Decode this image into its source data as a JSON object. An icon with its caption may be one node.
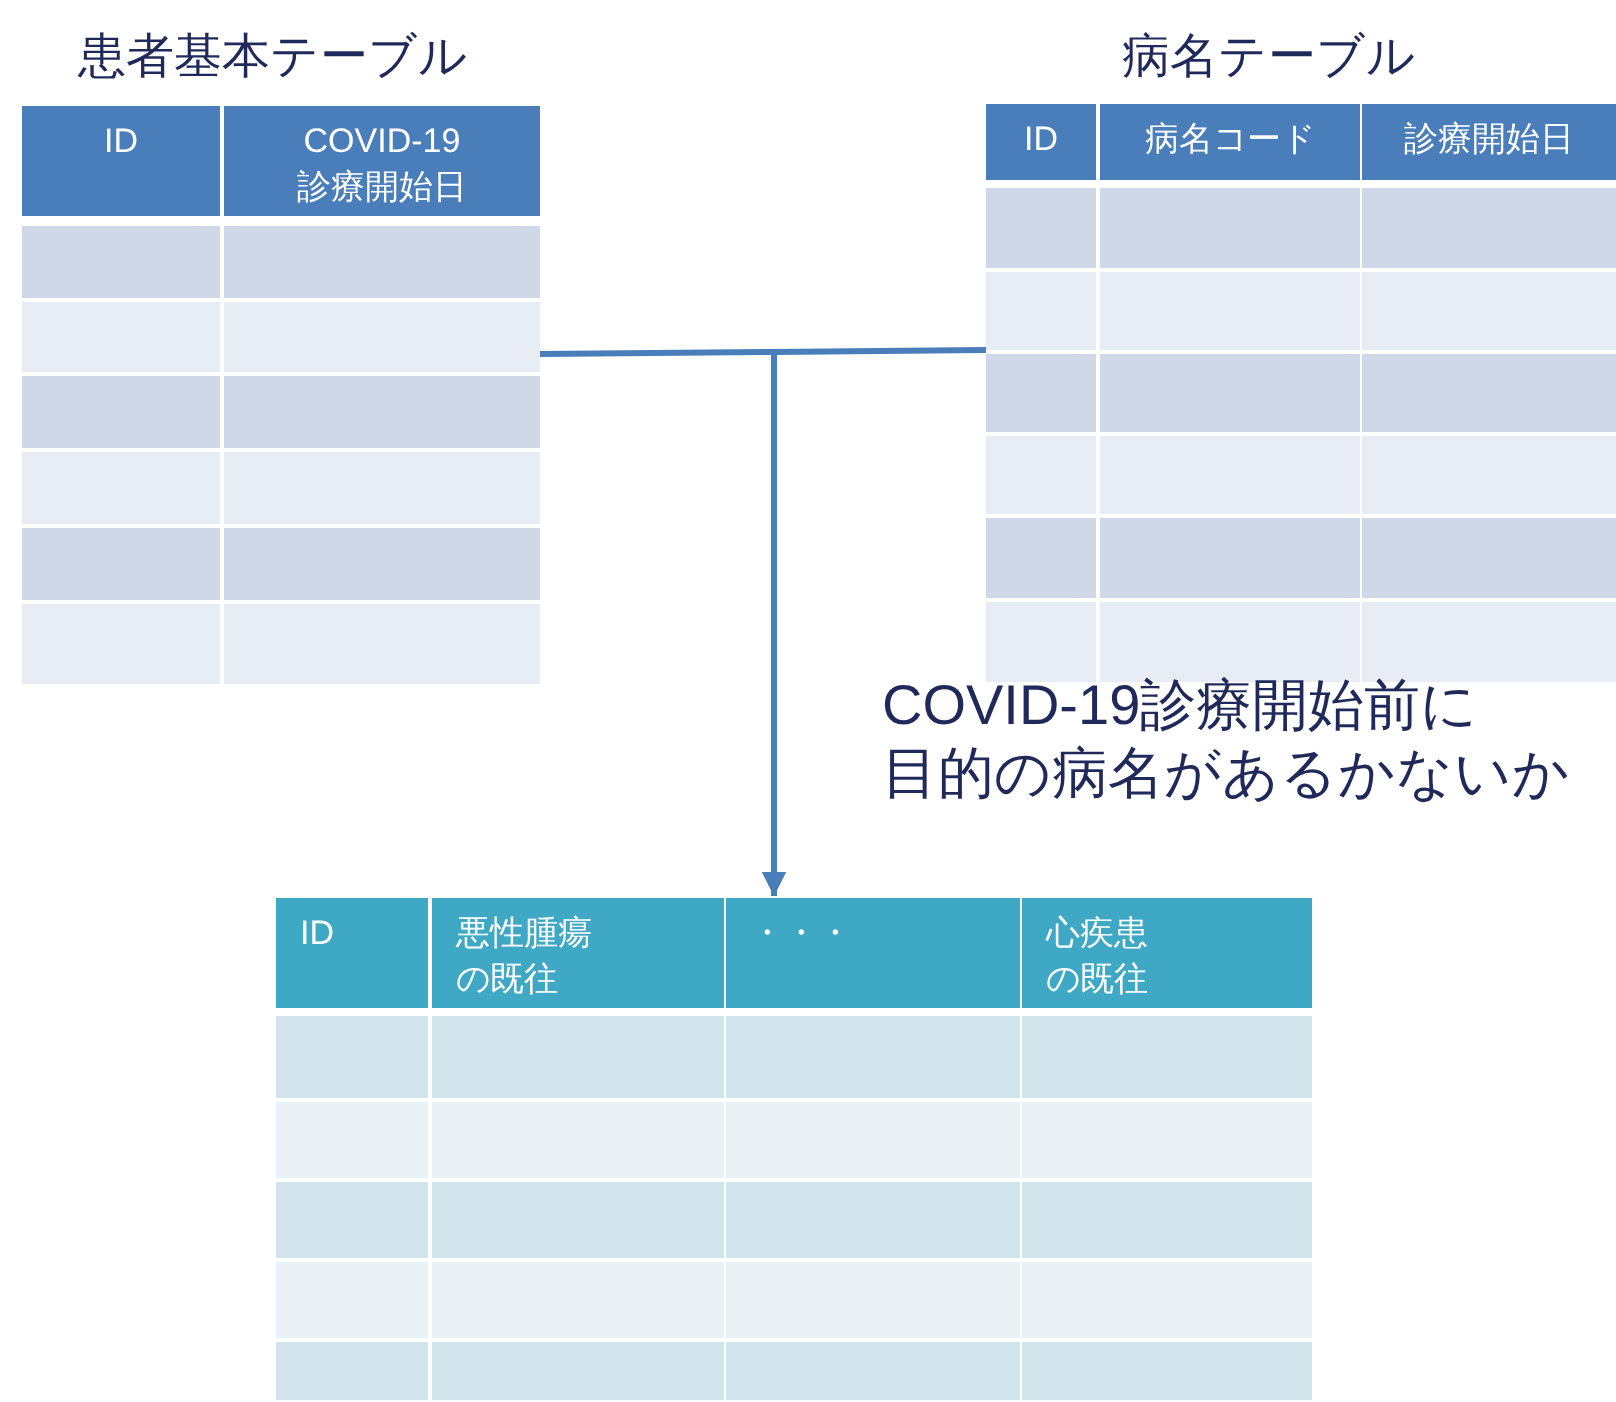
{
  "diagram": {
    "nodes": [
      {
        "text": [
          "患者基本テーブル",
          "ID",
          "COVID-19診療開始日"
        ]
      },
      {
        "text": [
          "病名テーブル",
          "ID",
          "病名コード",
          "診療開始日"
        ]
      },
      {
        "text": [
          "ID",
          "悪性腫瘍の既往",
          "・・・",
          "心疾患の既往"
        ]
      }
    ],
    "edges": [
      {
        "from": 0,
        "to": 2,
        "arrow": "to"
      },
      {
        "from": 1,
        "to": 2,
        "arrow": "to"
      }
    ],
    "labels": [
      "COVID-19診療開始前に目的の病名があるかないか"
    ]
  }
}
